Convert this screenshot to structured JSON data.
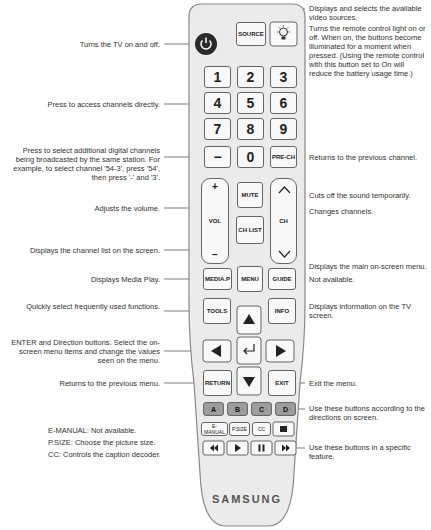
{
  "diagram": {
    "nodes": [
      {
        "text": [
          "SAMSUNG"
        ]
      },
      {
        "text": [
          "SOURCE"
        ],
        "in": 0
      },
      {
        "text": [
          "1"
        ],
        "in": 0
      },
      {
        "text": [
          "2"
        ],
        "in": 0
      },
      {
        "text": [
          "3"
        ],
        "in": 0
      },
      {
        "text": [
          "4"
        ],
        "in": 0
      },
      {
        "text": [
          "5"
        ],
        "in": 0
      },
      {
        "text": [
          "6"
        ],
        "in": 0
      },
      {
        "text": [
          "7"
        ],
        "in": 0
      },
      {
        "text": [
          "8"
        ],
        "in": 0
      },
      {
        "text": [
          "9"
        ],
        "in": 0
      },
      {
        "text": [
          "−"
        ],
        "in": 0
      },
      {
        "text": [
          "0"
        ],
        "in": 0
      },
      {
        "text": [
          "PRE-CH"
        ],
        "in": 0
      },
      {
        "text": [
          "+",
          "VOL",
          "−"
        ],
        "in": 0
      },
      {
        "text": [
          "MUTE"
        ],
        "in": 0
      },
      {
        "text": [
          "CH LIST"
        ],
        "in": 0
      },
      {
        "text": [
          "CH"
        ],
        "in": 0
      },
      {
        "text": [
          "MEDIA.P"
        ],
        "in": 0
      },
      {
        "text": [
          "MENU"
        ],
        "in": 0
      },
      {
        "text": [
          "GUIDE"
        ],
        "in": 0
      },
      {
        "text": [
          "TOOLS"
        ],
        "in": 0
      },
      {
        "text": [
          "INFO"
        ],
        "in": 0
      },
      {
        "text": [
          "RETURN"
        ],
        "in": 0
      },
      {
        "text": [
          "EXIT"
        ],
        "in": 0
      },
      {
        "text": [
          "A"
        ],
        "in": 0
      },
      {
        "text": [
          "B"
        ],
        "in": 0
      },
      {
        "text": [
          "C"
        ],
        "in": 0
      },
      {
        "text": [
          "D"
        ],
        "in": 0
      },
      {
        "text": [
          "E-MANUAL"
        ],
        "in": 0
      },
      {
        "text": [
          "P.SIZE"
        ],
        "in": 0
      },
      {
        "text": [
          "CC"
        ],
        "in": 0
      }
    ],
    "labels": [
      "Turns the TV on and off.",
      "Press to access channels directly.",
      "Press to select additional digital channels being broadcasted by the same station. For example, to select channel '54-3', press '54', then press '-' and '3'.",
      "Adjusts the volume.",
      "Displays the channel list on the screen.",
      "Displays Media Play.",
      "Quickly select frequently used functions.",
      "ENTER and Direction buttons. Select the on-screen menu items and change the values seen on the menu.",
      "Returns to the previous menu.",
      "E-MANUAL: Not available.",
      "P.SIZE: Choose the picture size.",
      "CC: Controls the caption decoder.",
      "Displays and selects the available video sources.",
      "Turns the remote control light on or off. When on, the buttons become illuminated for a moment when pressed. (Using the remote control with this button set to On will reduce the battery usage time.)",
      "Returns to the previous channel.",
      "Cuts off the sound temporarily.",
      "Changes channels.",
      "Displays the main on-screen menu.",
      "Not available.",
      "Displays information on the TV screen.",
      "Exit the menu.",
      "Use these buttons according to the directions on screen.",
      "Use these buttons in a specific feature."
    ]
  }
}
